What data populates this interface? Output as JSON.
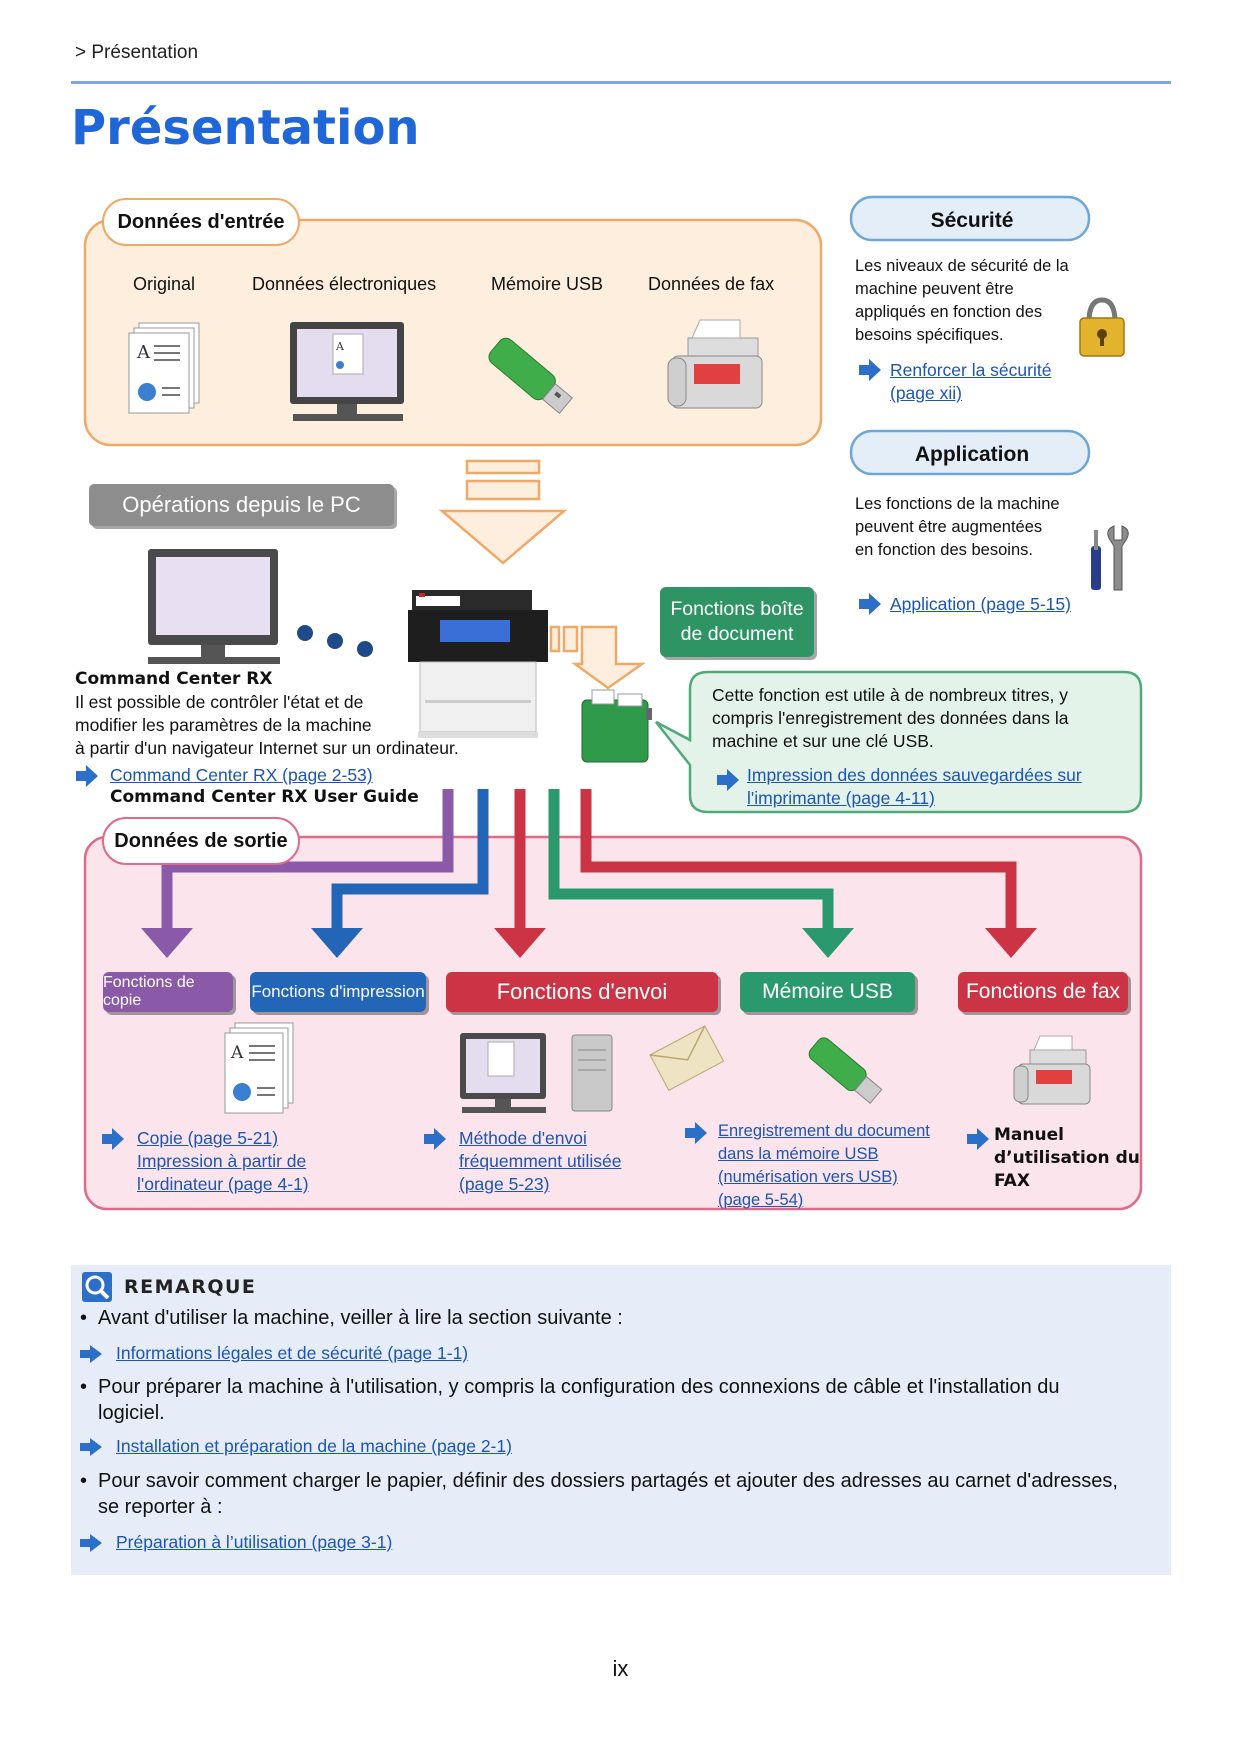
{
  "breadcrumb": "> Présentation",
  "title": "Présentation",
  "input": {
    "label": "Données d'entrée",
    "items": [
      "Original",
      "Données électroniques",
      "Mémoire USB",
      "Données de fax"
    ]
  },
  "security": {
    "title": "Sécurité",
    "text": [
      "Les niveaux de sécurité de la",
      "machine peuvent être",
      "appliqués en fonction des",
      "besoins spécifiques."
    ],
    "links": [
      "Renforcer la sécurité ",
      "(page xii)"
    ]
  },
  "application": {
    "title": "Application",
    "text": [
      "Les fonctions de la machine",
      "peuvent être augmentées",
      "en fonction des besoins."
    ],
    "link": "Application (page 5-15)"
  },
  "pc": {
    "label": "Opérations depuis le PC",
    "heading": "Command Center RX",
    "text": [
      "Il est possible de contrôler l'état et de",
      "modifier les paramètres de la machine",
      "à partir d'un navigateur Internet sur un ordinateur."
    ],
    "link": "Command Center RX (page 2-53)",
    "guide": "Command Center RX User Guide"
  },
  "docbox": {
    "label_line1": "Fonctions boîte",
    "label_line2": "de document",
    "text": [
      "Cette fonction est utile à de nombreux titres, y",
      "compris l'enregistrement des données dans la",
      "machine et sur une clé USB."
    ],
    "links": [
      "Impression des données sauvegardées sur ",
      "l'imprimante (page 4-11)"
    ]
  },
  "output": {
    "label": "Données de sortie",
    "functions": [
      "Fonctions de copie",
      "Fonctions d'impression",
      "Fonctions d'envoi",
      "Mémoire USB",
      "Fonctions de fax"
    ],
    "copy_links": [
      "Copie (page 5-21)",
      "Impression à partir de ",
      "l'ordinateur (page 4-1)"
    ],
    "send_links": [
      "Méthode d'envoi ",
      "fréquemment utilisée ",
      "(page 5-23)"
    ],
    "usb_links": [
      "Enregistrement du document ",
      "dans la mémoire USB ",
      "(numérisation vers USB) ",
      "(page 5-54)"
    ],
    "fax_manual": [
      "Manuel",
      "d’utilisation du",
      "FAX"
    ]
  },
  "note": {
    "title": "REMARQUE",
    "bullet1": "Avant d'utiliser la machine, veiller à lire la section suivante :",
    "link1": "Informations légales et de sécurité (page 1-1)",
    "bullet2_line1": "Pour préparer la machine à l'utilisation, y compris la configuration des connexions de câble et l'installation du",
    "bullet2_line2": "logiciel.",
    "link2": "Installation et préparation de la machine (page 2-1)",
    "bullet3_line1": "Pour savoir comment charger le papier, définir des dossiers partagés et ajouter des adresses au carnet d'adresses,",
    "bullet3_line2": "se reporter à :",
    "link3": "Préparation à l’utilisation (page 3-1)"
  },
  "page_number": "ix",
  "colors": {
    "accent": "#1f66d8",
    "link": "#1b55b5",
    "input_border": "#f0a866",
    "input_fill": "#fdeedd",
    "output_border": "#e06a8a",
    "output_fill": "#fbe4ec",
    "copy": "#8a5aa8",
    "print": "#2366b8",
    "send": "#cc3344",
    "usb": "#2a9a6e",
    "fax": "#cc3344",
    "docbox": "#2e9464"
  }
}
